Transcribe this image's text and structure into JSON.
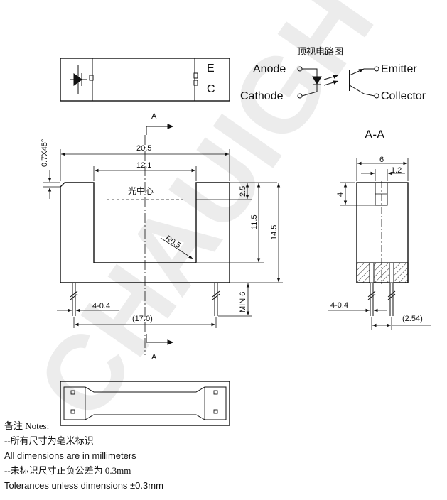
{
  "watermark": "CHAUIGHT",
  "top_view": {
    "pin_e": "E",
    "pin_c": "C"
  },
  "schematic": {
    "title": "顶视电路图",
    "anode": "Anode",
    "cathode": "Cathode",
    "emitter": "Emitter",
    "collector": "Collector"
  },
  "front_view": {
    "section_marker": "A",
    "chamfer": "0.7X45°",
    "width": "20.5",
    "slot_width": "12.1",
    "optical_center": "光中心",
    "center_height": "2.5",
    "slot_depth": "11.5",
    "height": "14.5",
    "radius": "R0.5",
    "pins": "4-0.4",
    "pin_spacing": "(17.0)",
    "pin_min": "MIN 6"
  },
  "section_view": {
    "title": "A-A",
    "width": "6",
    "aperture": "1.2",
    "aperture_height": "4",
    "pins": "4-0.4",
    "pin_pitch": "(2.54)"
  },
  "notes": {
    "heading": "备注 Notes:",
    "line1": "--所有尺寸为毫米标识",
    "line2": "All dimensions are in millimeters",
    "line3": "--未标识尺寸正负公差为 0.3mm",
    "line4": "Tolerances unless dimensions ±0.3mm"
  }
}
